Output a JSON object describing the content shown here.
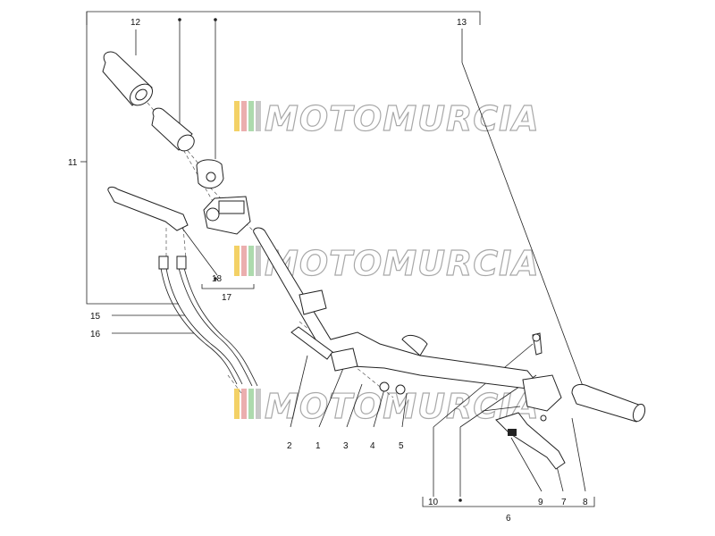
{
  "watermark": {
    "text": "MOTOMURCIA",
    "colors": [
      "#f2c94c",
      "#e8a0a0",
      "#9fd49f",
      "#bfbfbf"
    ]
  },
  "callouts": {
    "c1": "1",
    "c2": "2",
    "c3": "3",
    "c4": "4",
    "c5": "5",
    "c6": "6",
    "c7": "7",
    "c8": "8",
    "c9": "9",
    "c10": "10",
    "c11": "11",
    "c12": "12",
    "c13": "13",
    "c15": "15",
    "c16": "16",
    "c17": "17",
    "c18": "18"
  },
  "palette": {
    "line": "#222222",
    "dash": "#555555",
    "watermark_stroke": "#9a9a9a"
  }
}
